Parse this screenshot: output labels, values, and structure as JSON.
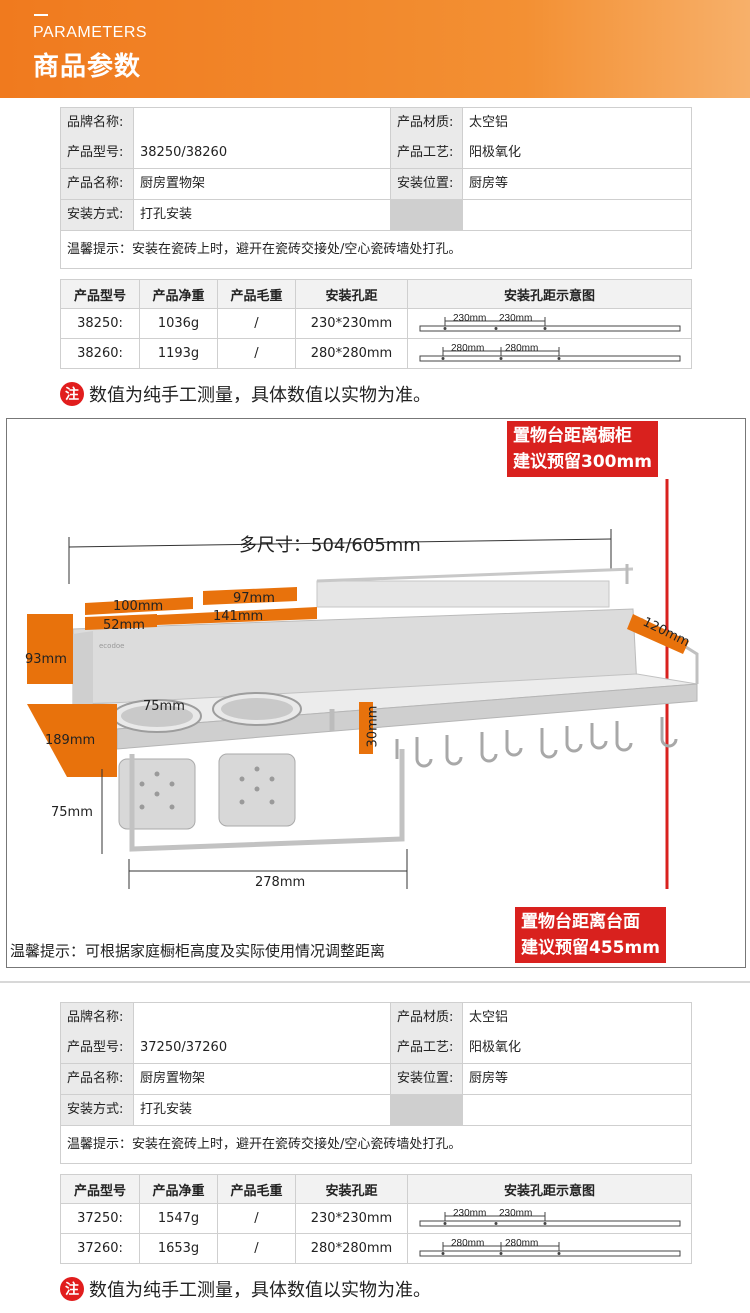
{
  "banner": {
    "en": "PARAMETERS",
    "cn": "商品参数"
  },
  "spec1": {
    "brand_label": "品牌名称:",
    "brand_value": "",
    "material_label": "产品材质:",
    "material_value": "太空铝",
    "model_label": "产品型号:",
    "model_value": "38250/38260",
    "process_label": "产品工艺:",
    "process_value": "阳极氧化",
    "name_label": "产品名称:",
    "name_value": "厨房置物架",
    "position_label": "安装位置:",
    "position_value": "厨房等",
    "method_label": "安装方式:",
    "method_value": "打孔安装",
    "note": "温馨提示：安装在瓷砖上时，避开在瓷砖交接处/空心瓷砖墙处打孔。"
  },
  "holes1": {
    "headers": [
      "产品型号",
      "产品净重",
      "产品毛重",
      "安装孔距",
      "安装孔距示意图"
    ],
    "rows": [
      {
        "model": "38250:",
        "net": "1036g",
        "gross": "/",
        "spacing": "230*230mm",
        "d1": "230mm",
        "d2": "230mm"
      },
      {
        "model": "38260:",
        "net": "1193g",
        "gross": "/",
        "spacing": "280*280mm",
        "d1": "280mm",
        "d2": "280mm"
      }
    ]
  },
  "warning": {
    "badge": "注",
    "text": "数值为纯手工测量，具体数值以实物为准。"
  },
  "product": {
    "top_red": [
      "置物台距离橱柜",
      "建议预留300mm"
    ],
    "bottom_red": [
      "置物台距离台面",
      "建议预留455mm"
    ],
    "size_label": "多尺寸：504/605mm",
    "dims": {
      "d100": "100mm",
      "d52": "52mm",
      "d97": "97mm",
      "d141": "141mm",
      "d120": "120mm",
      "d93": "93mm",
      "d75a": "75mm",
      "d30": "30mm",
      "d189": "189mm",
      "d75b": "75mm",
      "d278": "278mm"
    },
    "brand_mark": "ecodoe",
    "note": "温馨提示：可根据家庭橱柜高度及实际使用情况调整距离"
  },
  "spec2": {
    "brand_label": "品牌名称:",
    "brand_value": "",
    "material_label": "产品材质:",
    "material_value": "太空铝",
    "model_label": "产品型号:",
    "model_value": "37250/37260",
    "process_label": "产品工艺:",
    "process_value": "阳极氧化",
    "name_label": "产品名称:",
    "name_value": "厨房置物架",
    "position_label": "安装位置:",
    "position_value": "厨房等",
    "method_label": "安装方式:",
    "method_value": "打孔安装",
    "note": "温馨提示：安装在瓷砖上时，避开在瓷砖交接处/空心瓷砖墙处打孔。"
  },
  "holes2": {
    "headers": [
      "产品型号",
      "产品净重",
      "产品毛重",
      "安装孔距",
      "安装孔距示意图"
    ],
    "rows": [
      {
        "model": "37250:",
        "net": "1547g",
        "gross": "/",
        "spacing": "230*230mm",
        "d1": "230mm",
        "d2": "230mm"
      },
      {
        "model": "37260:",
        "net": "1653g",
        "gross": "/",
        "spacing": "280*280mm",
        "d1": "280mm",
        "d2": "280mm"
      }
    ]
  },
  "colors": {
    "orange": "#f07a1e",
    "red": "#d9211e",
    "badge": "#e11d1d",
    "dim_orange": "#e8720c"
  }
}
